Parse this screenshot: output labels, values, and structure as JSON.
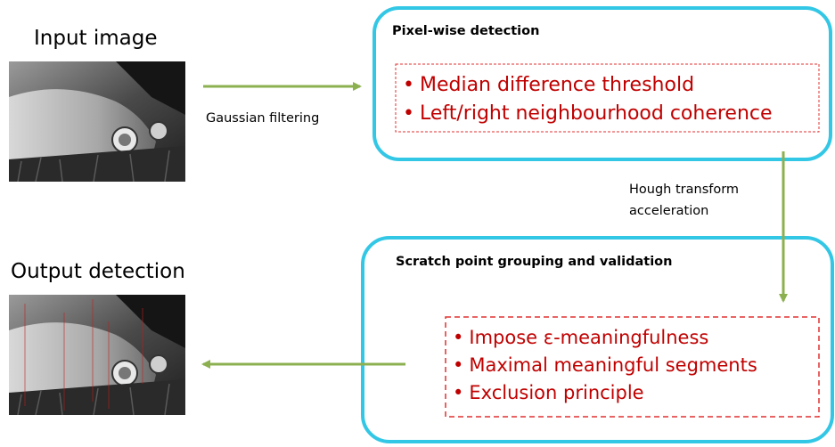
{
  "input": {
    "heading": "Input image"
  },
  "output": {
    "heading": "Output detection"
  },
  "edges": {
    "gaussian": "Gaussian filtering",
    "hough_line1": "Hough transform",
    "hough_line2": "acceleration"
  },
  "pixel_box": {
    "title": "Pixel-wise detection",
    "bullets": [
      "Median difference threshold",
      "Left/right neighbourhood coherence"
    ]
  },
  "grouping_box": {
    "title": "Scratch point grouping and validation",
    "bullets": [
      "Impose ε-meaningfulness",
      "Maximal meaningful segments",
      "Exclusion principle"
    ]
  },
  "colors": {
    "box_border": "#33c7e6",
    "arrow": "#8cb050",
    "bullet_text": "#c00000",
    "dash_border": "#e03030"
  }
}
